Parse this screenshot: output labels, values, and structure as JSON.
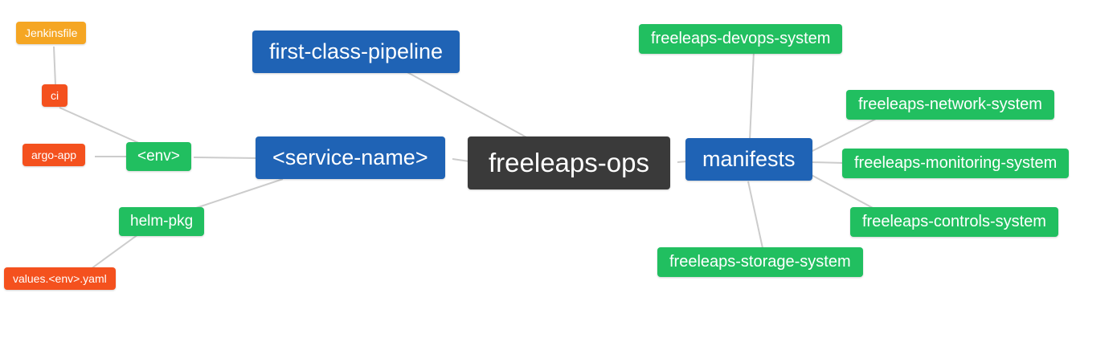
{
  "diagram": {
    "type": "mind-map",
    "root_label": "freeleaps-ops",
    "colors": {
      "amber_node": "#f5a623",
      "red_node": "#f4511e",
      "green_node": "#21bf60",
      "blue_node": "#1f63b5",
      "dark_node": "#3a3a3a",
      "edge_line": "#cccccc",
      "background": "#ffffff",
      "node_text": "#ffffff"
    },
    "nodes": {
      "jenkinsfile": {
        "label": "Jenkinsfile"
      },
      "ci": {
        "label": "ci"
      },
      "argo_app": {
        "label": "argo-app"
      },
      "env": {
        "label": "<env>"
      },
      "helm_pkg": {
        "label": "helm-pkg"
      },
      "values_env_yaml": {
        "label": "values.<env>.yaml"
      },
      "first_class_pipeline": {
        "label": "first-class-pipeline"
      },
      "service_name": {
        "label": "<service-name>"
      },
      "freeleaps_ops": {
        "label": "freeleaps-ops"
      },
      "manifests": {
        "label": "manifests"
      },
      "devops_system": {
        "label": "freeleaps-devops-system"
      },
      "network_system": {
        "label": "freeleaps-network-system"
      },
      "monitoring_system": {
        "label": "freeleaps-monitoring-system"
      },
      "controls_system": {
        "label": "freeleaps-controls-system"
      },
      "storage_system": {
        "label": "freeleaps-storage-system"
      }
    },
    "edges": [
      {
        "from": "Jenkinsfile",
        "to": "ci"
      },
      {
        "from": "ci",
        "to": "<env>"
      },
      {
        "from": "argo-app",
        "to": "<env>"
      },
      {
        "from": "<env>",
        "to": "<service-name>"
      },
      {
        "from": "helm-pkg",
        "to": "<service-name>"
      },
      {
        "from": "values.<env>.yaml",
        "to": "helm-pkg"
      },
      {
        "from": "first-class-pipeline",
        "to": "freeleaps-ops"
      },
      {
        "from": "<service-name>",
        "to": "freeleaps-ops"
      },
      {
        "from": "freeleaps-ops",
        "to": "manifests"
      },
      {
        "from": "manifests",
        "to": "freeleaps-devops-system"
      },
      {
        "from": "manifests",
        "to": "freeleaps-network-system"
      },
      {
        "from": "manifests",
        "to": "freeleaps-monitoring-system"
      },
      {
        "from": "manifests",
        "to": "freeleaps-controls-system"
      },
      {
        "from": "manifests",
        "to": "freeleaps-storage-system"
      }
    ]
  }
}
